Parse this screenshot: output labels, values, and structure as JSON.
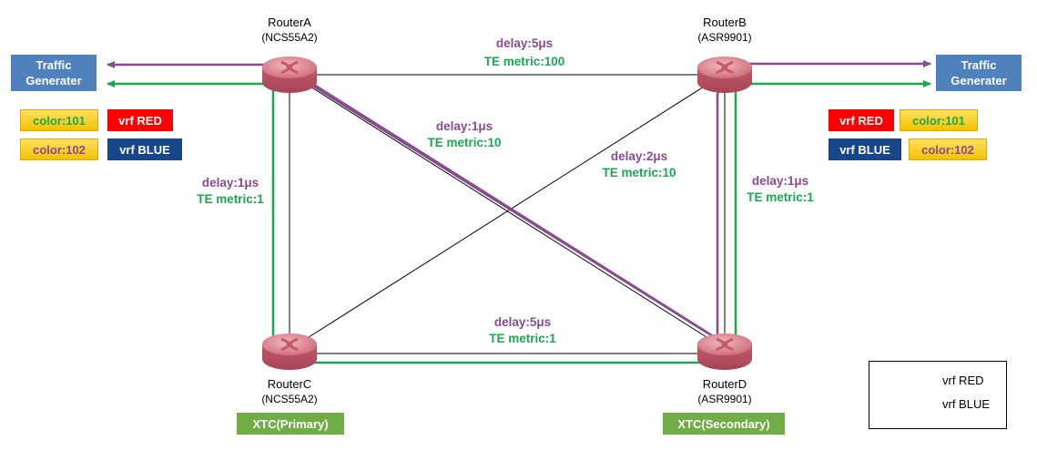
{
  "routers": {
    "a": {
      "name": "RouterA",
      "model": "(NCS55A2)"
    },
    "b": {
      "name": "RouterB",
      "model": "(ASR9901)"
    },
    "c": {
      "name": "RouterC",
      "model": "(NCS55A2)"
    },
    "d": {
      "name": "RouterD",
      "model": "(ASR9901)"
    }
  },
  "links": {
    "ab": {
      "delay": "delay:5μs",
      "metric": "TE metric:100"
    },
    "ad": {
      "delay": "delay:1μs",
      "metric": "TE metric:10"
    },
    "bc": {
      "delay": "delay:2μs",
      "metric": "TE metric:10"
    },
    "ac": {
      "delay": "delay:1μs",
      "metric": "TE metric:1"
    },
    "bd": {
      "delay": "delay:1μs",
      "metric": "TE metric:1"
    },
    "cd": {
      "delay": "delay:5μs",
      "metric": "TE metric:1"
    }
  },
  "traffic_generator": {
    "line1": "Traffic",
    "line2": "Generater"
  },
  "tags": {
    "color101": "color:101",
    "color102": "color:102",
    "vrf_red": "vrf RED",
    "vrf_blue": "vrf BLUE"
  },
  "xtc": {
    "primary": "XTC(Primary)",
    "secondary": "XTC(Secondary)"
  },
  "legend": {
    "red": "vrf RED",
    "blue": "vrf BLUE"
  },
  "colors": {
    "vrf_red_path": "#1aa850",
    "vrf_blue_path": "#8a4a8e",
    "router": "#d97a88",
    "traffic_gen": "#4f81bd",
    "xtc": "#70ad47"
  }
}
